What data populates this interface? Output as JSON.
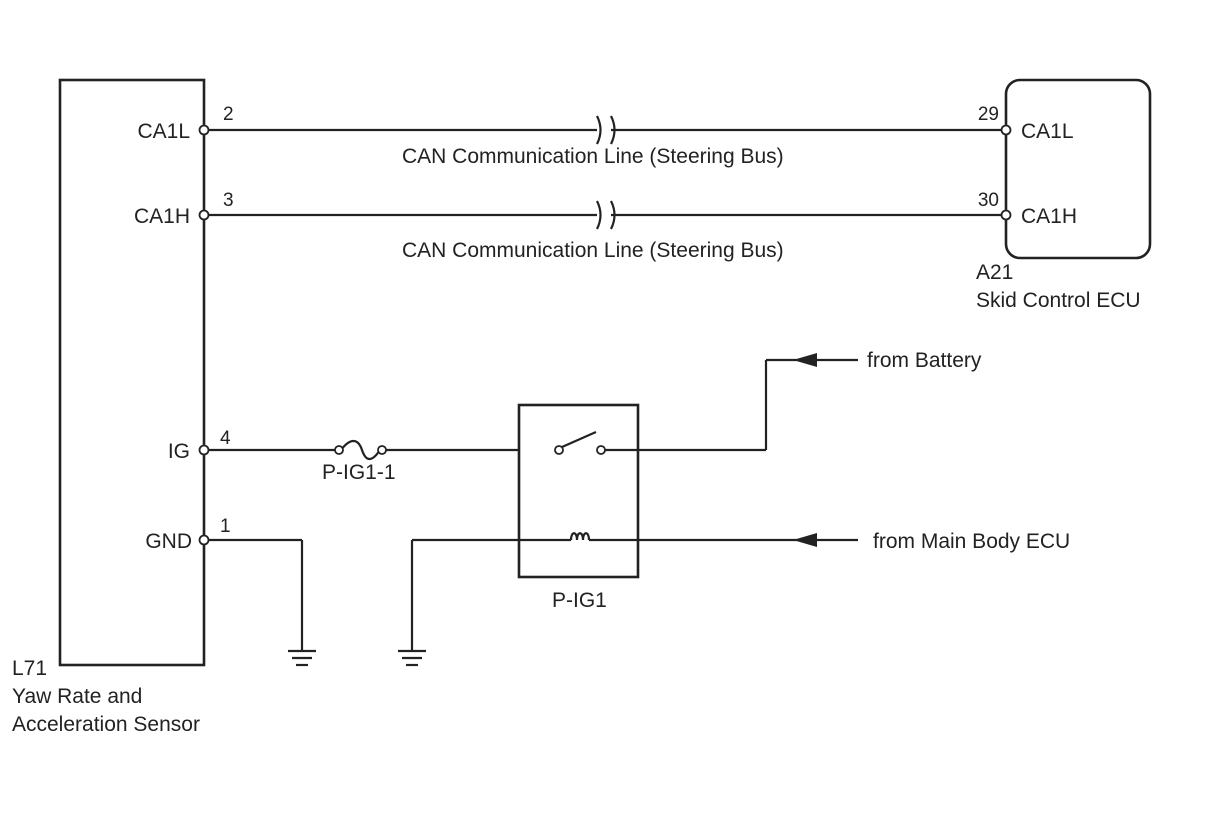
{
  "sensor": {
    "code": "L71",
    "name_line1": "Yaw Rate and",
    "name_line2": "Acceleration Sensor",
    "pins": [
      {
        "label": "CA1L",
        "number": "2"
      },
      {
        "label": "CA1H",
        "number": "3"
      },
      {
        "label": "IG",
        "number": "4"
      },
      {
        "label": "GND",
        "number": "1"
      }
    ]
  },
  "ecu": {
    "code": "A21",
    "name": "Skid Control ECU",
    "pins": [
      {
        "label": "CA1L",
        "number": "29"
      },
      {
        "label": "CA1H",
        "number": "30"
      }
    ]
  },
  "can_lines": [
    {
      "label": "CAN Communication Line (Steering Bus)"
    },
    {
      "label": "CAN Communication Line (Steering Bus)"
    }
  ],
  "fuse": {
    "label": "P-IG1-1"
  },
  "relay": {
    "label": "P-IG1"
  },
  "sources": {
    "battery": "from Battery",
    "main_body_ecu": "from Main Body ECU"
  }
}
